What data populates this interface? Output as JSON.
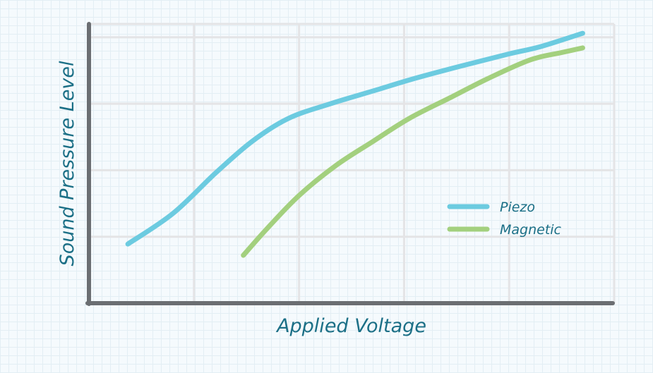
{
  "chart_data": {
    "type": "line",
    "title": "",
    "xlabel": "Applied Voltage",
    "ylabel": "Sound Pressure Level",
    "xlim": [
      0,
      5
    ],
    "ylim": [
      0,
      4.2
    ],
    "grid": true,
    "ticks_labeled": false,
    "legend_position": "right",
    "colors": {
      "axis": "#6b6e72",
      "grid": "#e4e4e6",
      "label": "#1b6f86",
      "legend_text": "#1b6f86"
    },
    "series": [
      {
        "name": "Piezo",
        "color": "#6ccbe0",
        "points": [
          [
            0.37,
            0.89
          ],
          [
            0.8,
            1.35
          ],
          [
            1.2,
            1.95
          ],
          [
            1.55,
            2.43
          ],
          [
            1.9,
            2.78
          ],
          [
            2.3,
            3.0
          ],
          [
            2.7,
            3.19
          ],
          [
            3.1,
            3.38
          ],
          [
            3.55,
            3.57
          ],
          [
            4.0,
            3.75
          ],
          [
            4.3,
            3.86
          ],
          [
            4.7,
            4.06
          ]
        ]
      },
      {
        "name": "Magnetic",
        "color": "#a3d07e",
        "points": [
          [
            1.47,
            0.72
          ],
          [
            1.7,
            1.13
          ],
          [
            2.0,
            1.62
          ],
          [
            2.35,
            2.07
          ],
          [
            2.7,
            2.43
          ],
          [
            3.05,
            2.78
          ],
          [
            3.45,
            3.1
          ],
          [
            3.8,
            3.38
          ],
          [
            4.2,
            3.66
          ],
          [
            4.5,
            3.77
          ],
          [
            4.7,
            3.84
          ]
        ]
      }
    ]
  }
}
